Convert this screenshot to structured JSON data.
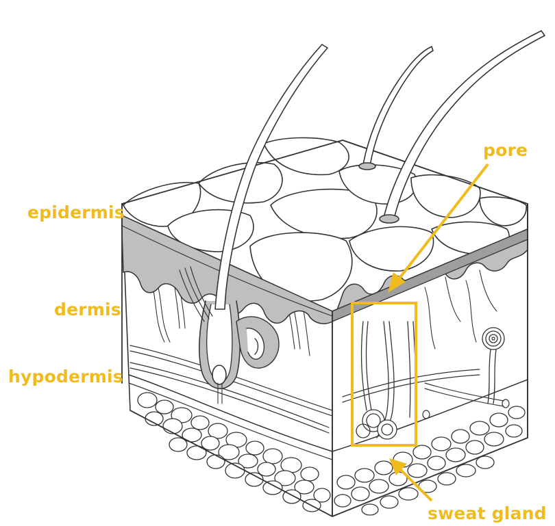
{
  "diagram": {
    "labels": {
      "epidermis": "epidermis",
      "dermis": "dermis",
      "hypodermis": "hypodermis",
      "pore": "pore",
      "sweat_gland": "sweat gland"
    },
    "colors": {
      "label": "#f0bb1c",
      "outline": "#333333",
      "shade": "#bfbfbf",
      "fill": "#ffffff"
    }
  }
}
